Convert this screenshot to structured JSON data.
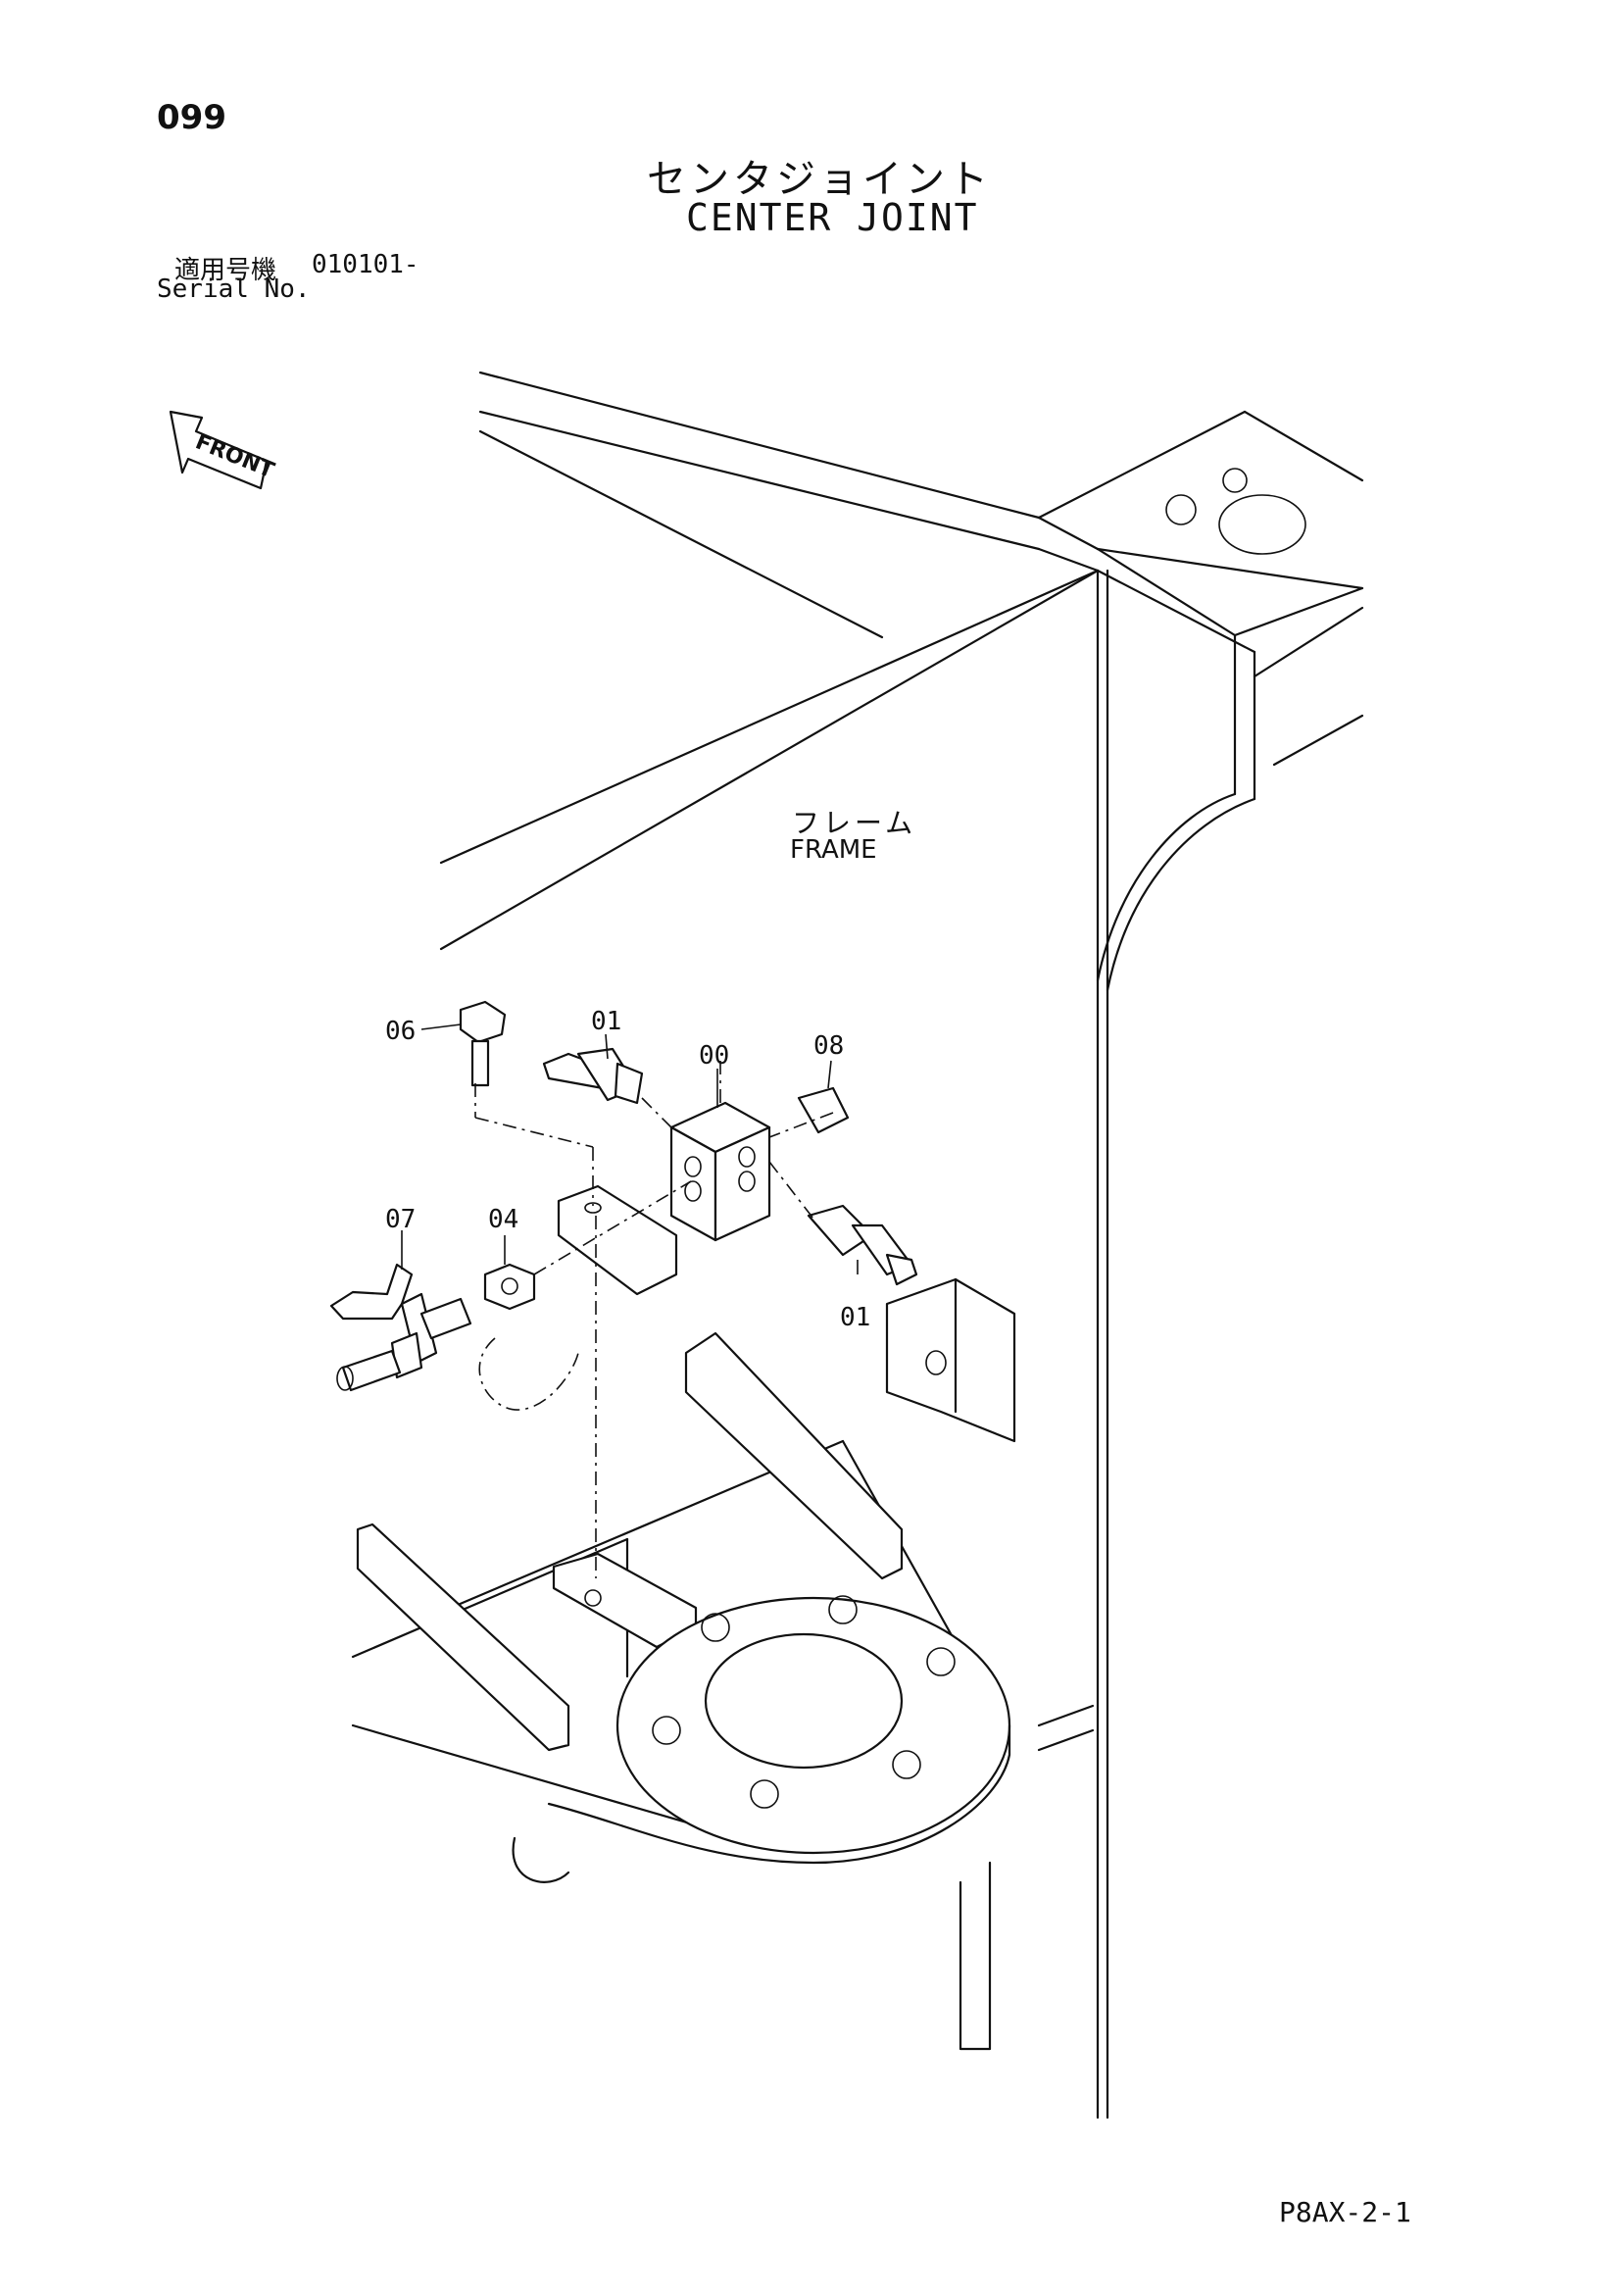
{
  "header": {
    "page_number": "099",
    "title_ja": "センタジョイント",
    "title_en": "CENTER JOINT"
  },
  "serial": {
    "label_ja": "適用号機",
    "label_en": "Serial No.",
    "value": "010101-"
  },
  "orientation": {
    "label": "FRONT"
  },
  "frame_label": {
    "ja": "フレーム",
    "en": "FRAME"
  },
  "callouts": {
    "c06": "06",
    "c01_top": "01",
    "c00": "00",
    "c08": "08",
    "c07": "07",
    "c04": "04",
    "c01_bottom": "01"
  },
  "footer": {
    "doc_code": "P8AX-2-1"
  }
}
